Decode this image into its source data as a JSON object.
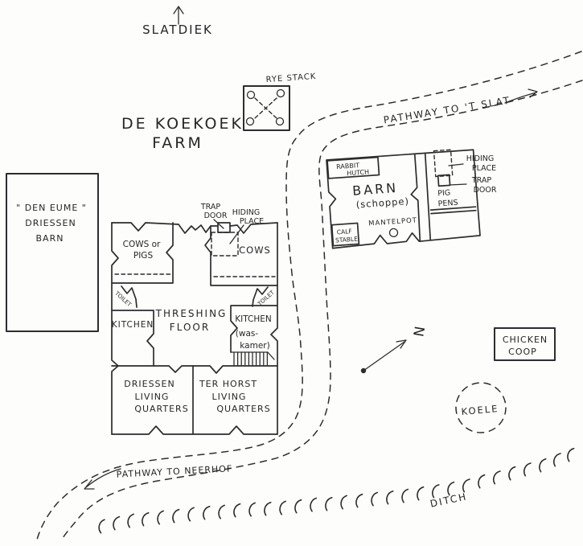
{
  "title": {
    "line1": "DE KOEKOEK",
    "line2": "FARM"
  },
  "slatdiek": {
    "label": "SLATDIEK"
  },
  "rye_stack": {
    "label": "RYE STACK"
  },
  "pathways": {
    "tslat": "PATHWAY TO 'T SLAT",
    "neerhof": "PATHWAY TO NEERHOF"
  },
  "ditch": {
    "label": "DITCH"
  },
  "compass": {
    "north": "N"
  },
  "den_eume_barn": {
    "line1": "\" DEN EUME \"",
    "line2": "DRIESSEN",
    "line3": "BARN"
  },
  "main_house": {
    "cows_or_pigs": {
      "line1": "COWS or",
      "line2": "PIGS"
    },
    "trap_door": {
      "line1": "TRAP",
      "line2": "DOOR"
    },
    "hiding_place": {
      "line1": "HIDING",
      "line2": "PLACE"
    },
    "cows": "COWS",
    "toilet": "TOILET",
    "kitchen": "KITCHEN",
    "threshing_floor": {
      "line1": "THRESHING",
      "line2": "FLOOR"
    },
    "kitchen_waskamer": {
      "line1": "KITCHEN",
      "line2": "(was-",
      "line3": "kamer)"
    },
    "driessen_quarters": {
      "line1": "DRIESSEN",
      "line2": "LIVING",
      "line3": "QUARTERS"
    },
    "ter_horst_quarters": {
      "line1": "TER HORST",
      "line2": "LIVING",
      "line3": "QUARTERS"
    }
  },
  "barn_schoppe": {
    "name": "BARN",
    "name_sub": "(schoppe)",
    "rabbit_hutch": {
      "line1": "RABBIT",
      "line2": "HUTCH"
    },
    "mantelpot": "MANTELPOT",
    "calf_stable": {
      "line1": "CALF",
      "line2": "STABLE"
    },
    "pig_pens": {
      "line1": "PIG",
      "line2": "PENS"
    },
    "hiding_place": {
      "line1": "HIDING",
      "line2": "PLACE"
    },
    "trap_door": {
      "line1": "TRAP",
      "line2": "DOOR"
    }
  },
  "chicken_coop": {
    "line1": "CHICKEN",
    "line2": "COOP"
  },
  "koele": {
    "label": "KOELE"
  },
  "colors": {
    "ink": "#2d2d2d",
    "background": "#fdfdfb"
  }
}
